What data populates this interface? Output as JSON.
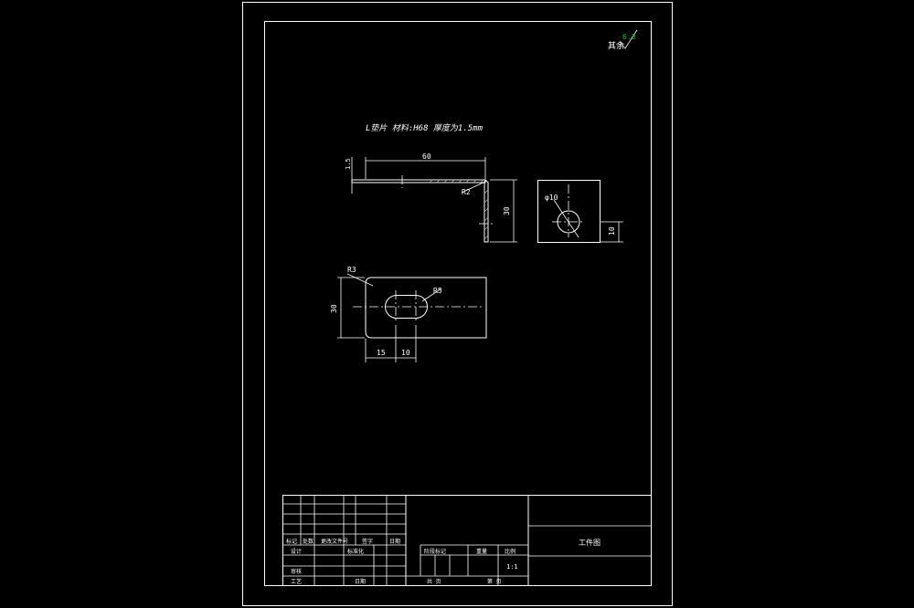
{
  "sheet": {
    "part_note": "L垫片 材料:H68  厚度为1.5mm",
    "roughness_value": "6.3",
    "roughness_label": "其余",
    "colors": {
      "background": "#000000",
      "line": "#ffffff",
      "roughness": "#00cc33"
    }
  },
  "front_view": {
    "dim_length": "60",
    "dim_height": "30",
    "dim_thickness": "1.5",
    "bend_radius": "R2"
  },
  "side_view": {
    "hole_diameter": "φ10",
    "hole_height": "10"
  },
  "flat_view": {
    "corner_radius": "R3",
    "height": "30",
    "slot_radius": "R5",
    "slot_offset": "15",
    "slot_length": "10"
  },
  "title_block": {
    "mark_label": "标记",
    "count_label": "处数",
    "doc_label": "更改文件号",
    "sign_label": "签字",
    "date_label": "日期",
    "design_label": "设计",
    "standard_label": "标准化",
    "stage_label": "阶段标记",
    "weight_label": "重量",
    "scale_label": "比例",
    "scale_value": "1:1",
    "review_label": "审核",
    "process_label": "工艺",
    "approve_label": "日期",
    "sheets_label": "共  页",
    "sheet_no_label": "第  页",
    "drawing_title": "工件图"
  }
}
